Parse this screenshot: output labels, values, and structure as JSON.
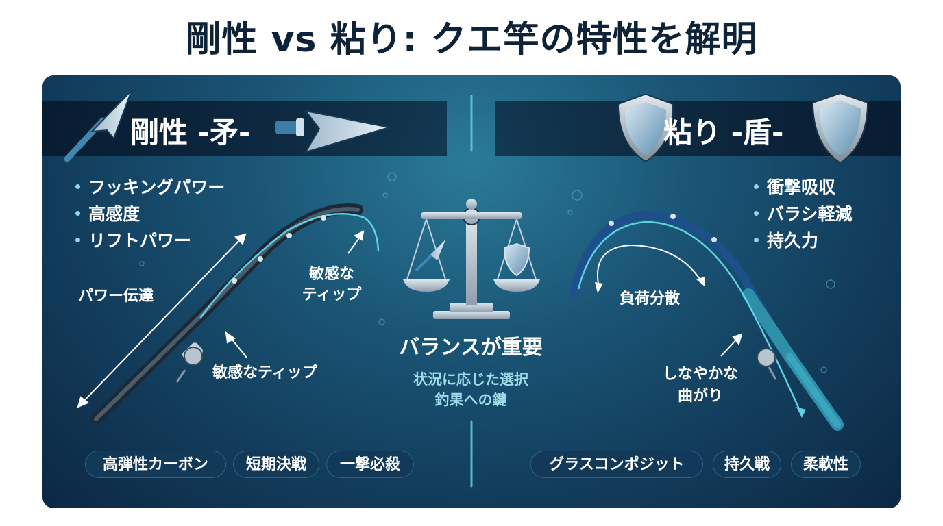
{
  "title": "剛性 vs 粘り: クエ竿の特性を解明",
  "left": {
    "heading": "剛性 -矛-",
    "bullets": [
      "フッキングパワー",
      "高感度",
      "リフトパワー"
    ],
    "annotations": {
      "power": "パワー伝達",
      "tip_top_line1": "敏感な",
      "tip_top_line2": "ティップ",
      "tip_bottom": "敏感なティップ"
    },
    "tags": [
      "高弾性カーボン",
      "短期決戦",
      "一撃必殺"
    ]
  },
  "center": {
    "title": "バランスが重要",
    "sub_line1": "状況に応じた選択",
    "sub_line2": "釣果への鍵"
  },
  "right": {
    "heading": "粘り -盾-",
    "bullets": [
      "衝撃吸収",
      "バラシ軽減",
      "持久力"
    ],
    "annotations": {
      "load": "負荷分散",
      "bend_line1": "しなやかな",
      "bend_line2": "曲がり"
    },
    "tags": [
      "グラスコンポジット",
      "持久戦",
      "柔軟性"
    ]
  },
  "icons": [
    "spear-icon",
    "shield-icon",
    "balance-scale-icon",
    "fishing-rod-icon"
  ],
  "colors": {
    "title": "#0f2338",
    "panel_dark": "#0c2843",
    "panel_light": "#2a7b97",
    "accent_cyan": "#5fd0e6",
    "shield_fill": "#a9c9dc"
  }
}
